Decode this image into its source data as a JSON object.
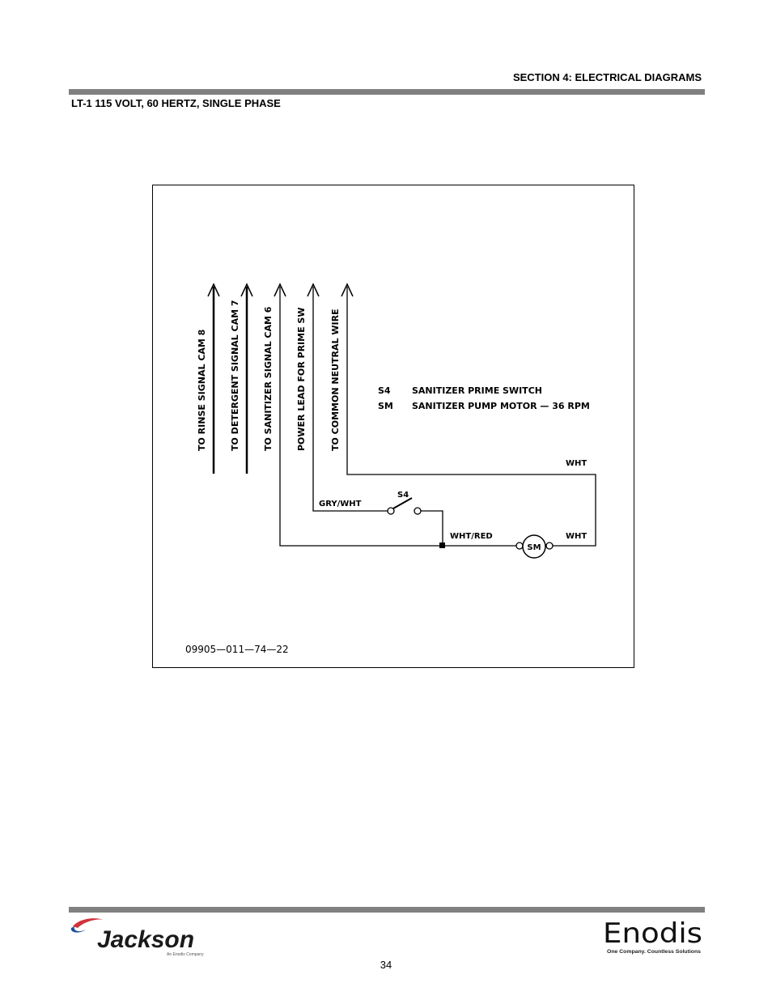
{
  "header": {
    "section_title": "SECTION 4: ELECTRICAL DIAGRAMS",
    "subtitle": "LT-1  115 VOLT, 60 HERTZ, SINGLE PHASE"
  },
  "diagram": {
    "leads": [
      {
        "label": "TO RINSE SIGNAL CAM 8"
      },
      {
        "label": "TO DETERGENT SIGNAL CAM 7"
      },
      {
        "label": "TO SANITIZER SIGNAL CAM 6"
      },
      {
        "label": "POWER LEAD FOR PRIME SW"
      },
      {
        "label": "TO COMMON NEUTRAL WIRE"
      }
    ],
    "legend": [
      {
        "code": "S4",
        "description": "SANITIZER PRIME SWITCH"
      },
      {
        "code": "SM",
        "description": "SANITIZER PUMP MOTOR — 36 RPM"
      }
    ],
    "wire_labels": {
      "neutral": "WHT",
      "switch_in": "GRY/WHT",
      "switch": "S4",
      "junction": "WHT/RED",
      "motor_out": "WHT",
      "motor": "SM"
    },
    "drawing_number": "09905—011—74—22"
  },
  "footer": {
    "page_number": "34",
    "left_logo": {
      "name": "Jackson",
      "tagline": "An Enodis Company"
    },
    "right_logo": {
      "name": "Enodis",
      "tagline": "One Company. Countless Solutions"
    }
  },
  "colors": {
    "rule": "#808080",
    "jackson_red": "#d0343a",
    "jackson_blue": "#1f4f9c"
  }
}
